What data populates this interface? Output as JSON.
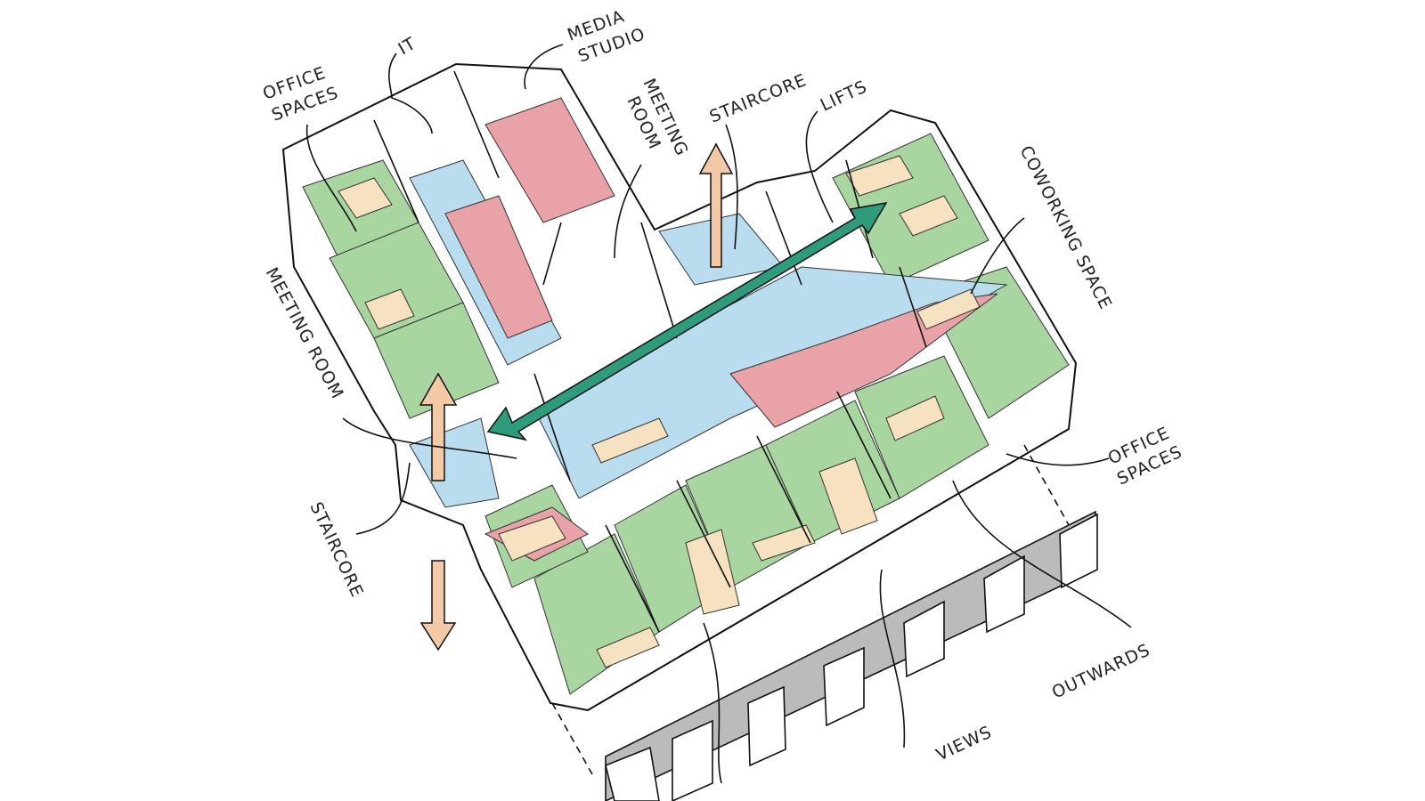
{
  "diagram": {
    "labels": {
      "it": "IT",
      "media_studio": [
        "MEDIA",
        "STUDIO"
      ],
      "office_spaces_top": [
        "OFFICE",
        "SPACES"
      ],
      "meeting_room_top": [
        "MEETING",
        "ROOM"
      ],
      "staircore_top": "STAIRCORE",
      "lifts": "LIFTS",
      "coworking_space": "COWORKING SPACE",
      "meeting_room_left": "MEETING ROOM",
      "staircore_left": "STAIRCORE",
      "office_spaces_right": [
        "OFFICE",
        "SPACES"
      ],
      "outwards": "OUTWARDS",
      "views": "VIEWS"
    },
    "colors": {
      "office_green": "#a8d5a0",
      "circulation_blue": "#b9dcef",
      "media_pink": "#e9a3a8",
      "desk_beige": "#f6e2c0",
      "vertical_arrow": "#f3c9a6",
      "axis_arrow": "#2e9c7c"
    }
  }
}
